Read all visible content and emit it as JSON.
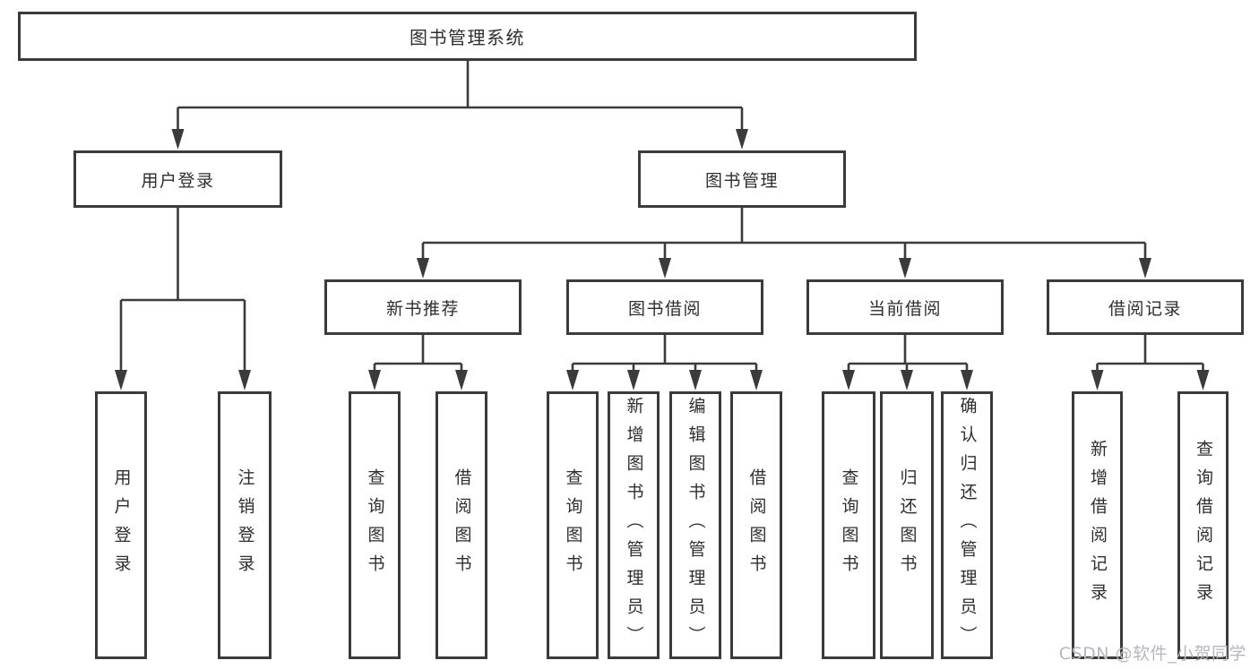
{
  "tree": {
    "root": {
      "label": "图书管理系统",
      "children": [
        {
          "label": "用户登录",
          "children": [
            {
              "label": "用户登录"
            },
            {
              "label": "注销登录"
            }
          ]
        },
        {
          "label": "图书管理",
          "children": [
            {
              "label": "新书推荐",
              "children": [
                {
                  "label": "查询图书"
                },
                {
                  "label": "借阅图书"
                }
              ]
            },
            {
              "label": "图书借阅",
              "children": [
                {
                  "label": "查询图书"
                },
                {
                  "label": "新增图书（管理员）"
                },
                {
                  "label": "编辑图书（管理员）"
                },
                {
                  "label": "借阅图书"
                }
              ]
            },
            {
              "label": "当前借阅",
              "children": [
                {
                  "label": "查询图书"
                },
                {
                  "label": "归还图书"
                },
                {
                  "label": "确认归还（管理员）"
                }
              ]
            },
            {
              "label": "借阅记录",
              "children": [
                {
                  "label": "新增借阅记录"
                },
                {
                  "label": "查询借阅记录"
                }
              ]
            }
          ]
        }
      ]
    }
  },
  "watermark": "CSDN @软件_小贺同学",
  "colors": {
    "line": "#3b3b3b",
    "text": "#2e2e2e",
    "box_background": "#ffffff",
    "page_background": "#ffffff",
    "watermark": "#b3b7bf"
  }
}
